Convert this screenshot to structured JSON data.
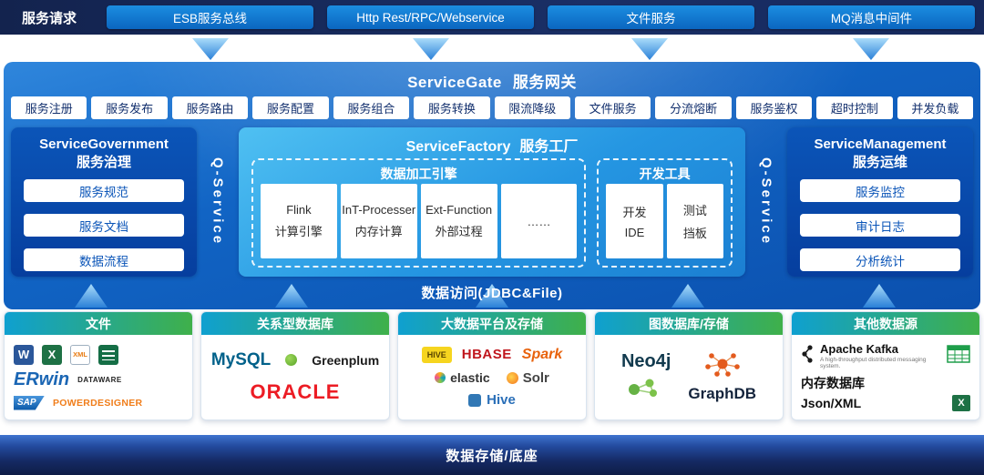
{
  "request_bar": {
    "label": "服务请求",
    "buttons": [
      "ESB服务总线",
      "Http Rest/RPC/Webservice",
      "文件服务",
      "MQ消息中间件"
    ]
  },
  "gateway": {
    "title_en": "ServiceGate",
    "title_cn": "服务网关",
    "features": [
      "服务注册",
      "服务发布",
      "服务路由",
      "服务配置",
      "服务组合",
      "服务转换",
      "限流降级",
      "文件服务",
      "分流熔断",
      "服务鉴权",
      "超时控制",
      "并发负载"
    ]
  },
  "governance": {
    "title_en": "ServiceGovernment",
    "title_cn": "服务治理",
    "items": [
      "服务规范",
      "服务文档",
      "数据流程"
    ]
  },
  "q_service": {
    "left": "Q-Service",
    "right": "Q-Service"
  },
  "factory": {
    "title_en": "ServiceFactory",
    "title_cn": "服务工厂",
    "engine": {
      "title": "数据加工引擎",
      "cells": [
        {
          "top": "Flink",
          "bottom": "计算引擎"
        },
        {
          "top": "InT-Processer",
          "bottom": "内存计算"
        },
        {
          "top": "Ext-Function",
          "bottom": "外部过程"
        },
        {
          "top": "……",
          "bottom": ""
        }
      ]
    },
    "tools": {
      "title": "开发工具",
      "cells": [
        {
          "top": "开发",
          "bottom": "IDE"
        },
        {
          "top": "测试",
          "bottom": "挡板"
        }
      ]
    }
  },
  "management": {
    "title_en": "ServiceManagement",
    "title_cn": "服务运维",
    "items": [
      "服务监控",
      "审计日志",
      "分析统计"
    ]
  },
  "data_access": {
    "title": "数据访问(JDBC&File)"
  },
  "datasources": {
    "files": {
      "title": "文件",
      "word_icon": "W",
      "excel_icon": "X",
      "xml_icon": "XML",
      "erwin": "ERwin",
      "dataware": "DATAWARE",
      "sap": "SAP",
      "powerdesigner": "POWERDESIGNER"
    },
    "relational": {
      "title": "关系型数据库",
      "mysql": "MySQL",
      "greenplum": "Greenplum",
      "oracle": "ORACLE"
    },
    "bigdata": {
      "title": "大数据平台及存储",
      "hive_badge": "HIVE",
      "hbase": "HBASE",
      "spark": "Spark",
      "elastic": "elastic",
      "solr": "Solr",
      "hive": "Hive"
    },
    "graph": {
      "title": "图数据库/存储",
      "neo4j": "Neo4j",
      "graphdb": "GraphDB"
    },
    "other": {
      "title": "其他数据源",
      "kafka": "Apache Kafka",
      "kafka_tagline": "A high-throughput distributed messaging system.",
      "memdb": "内存数据库",
      "jsonxml": "Json/XML",
      "excel_icon": "X"
    }
  },
  "storage_bar": {
    "title": "数据存储/底座"
  },
  "colors": {
    "navy": "#16295c",
    "button_blue": "#0d74cc",
    "panel_blue": "#1164c4",
    "factory_blue": "#2fa0e8",
    "source_header_start": "#0fa0d0",
    "source_header_end": "#3fb04a",
    "oracle_red": "#ec1c24",
    "spark_orange": "#e8620c",
    "greenplum_green": "#58a428"
  }
}
